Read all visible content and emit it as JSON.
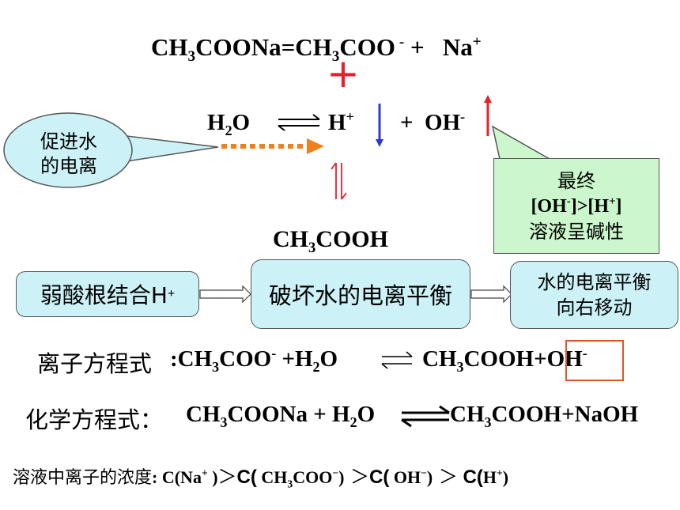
{
  "eq_top": {
    "left": "CH",
    "sub1": "3",
    "mid": "COONa=CH",
    "sub2": "3",
    "right": "COO",
    "sup_minus": " -",
    "plus": " +",
    "na": "Na",
    "na_sup": "+"
  },
  "plus_sign": "+",
  "water_line": {
    "h2o_h": "H",
    "h2o_sub": "2",
    "h2o_o": "O",
    "hplus": "H",
    "hplus_sup": "+",
    "plus": "+",
    "oh": "OH",
    "oh_sup": "-"
  },
  "callout_left": {
    "line1": "促进水",
    "line2": "的电离"
  },
  "callout_right": {
    "line1": "最终",
    "line2_a": "[OH",
    "line2_sup1": "-",
    "line2_b": "]>[H",
    "line2_sup2": "+",
    "line2_c": "]",
    "line3": "溶液呈碱性"
  },
  "acetic": {
    "a": "CH",
    "sub": "3",
    "b": "COOH"
  },
  "flow": {
    "box1_cjk": "弱酸根结合H",
    "box1_sup": "+",
    "box2": "破坏水的电离平衡",
    "box3_line1": "水的电离平衡",
    "box3_line2": "向右移动"
  },
  "ionic_eq": {
    "label": "离子方程式",
    "colon": " :",
    "a": "CH",
    "sub1": "3",
    "b": "COO",
    "sup1": "-",
    "c": "  +H",
    "sub2": "2",
    "d": "O",
    "e": "CH",
    "sub3": "3",
    "f": "COOH+",
    "g": "OH",
    "sup2": "-"
  },
  "chem_eq": {
    "label": "化学方程式：",
    "a": "CH",
    "sub1": "3",
    "b": "COONa + H",
    "sub2": "2",
    "c": "O",
    "d": "CH",
    "sub3": "3",
    "e": "COOH+NaOH"
  },
  "conc": {
    "label": "溶液中离子的浓度",
    "colon": ": ",
    "c1": "C(Na",
    "c1_sup": "+",
    "c1_end": " )",
    "gt1": "＞",
    "c2a": "C(",
    "c2b": " CH",
    "c2_sub": "3",
    "c2c": "COO",
    "c2_sup": "−",
    "c2_end": ")",
    "gt2": " ＞",
    "c3a": "C(",
    "c3b": " OH",
    "c3_sup": "−",
    "c3_end": ")",
    "gt3": " ＞",
    "c4a": " C(",
    "c4b": "H",
    "c4_sup": "+",
    "c4_end": ")"
  },
  "colors": {
    "red": "#e8202a",
    "blue": "#2b3bd6",
    "orange": "#f07f1e",
    "cyan_box": "#ccf2f7",
    "green_box": "#ccf7cc",
    "frame": "#e0552b"
  }
}
